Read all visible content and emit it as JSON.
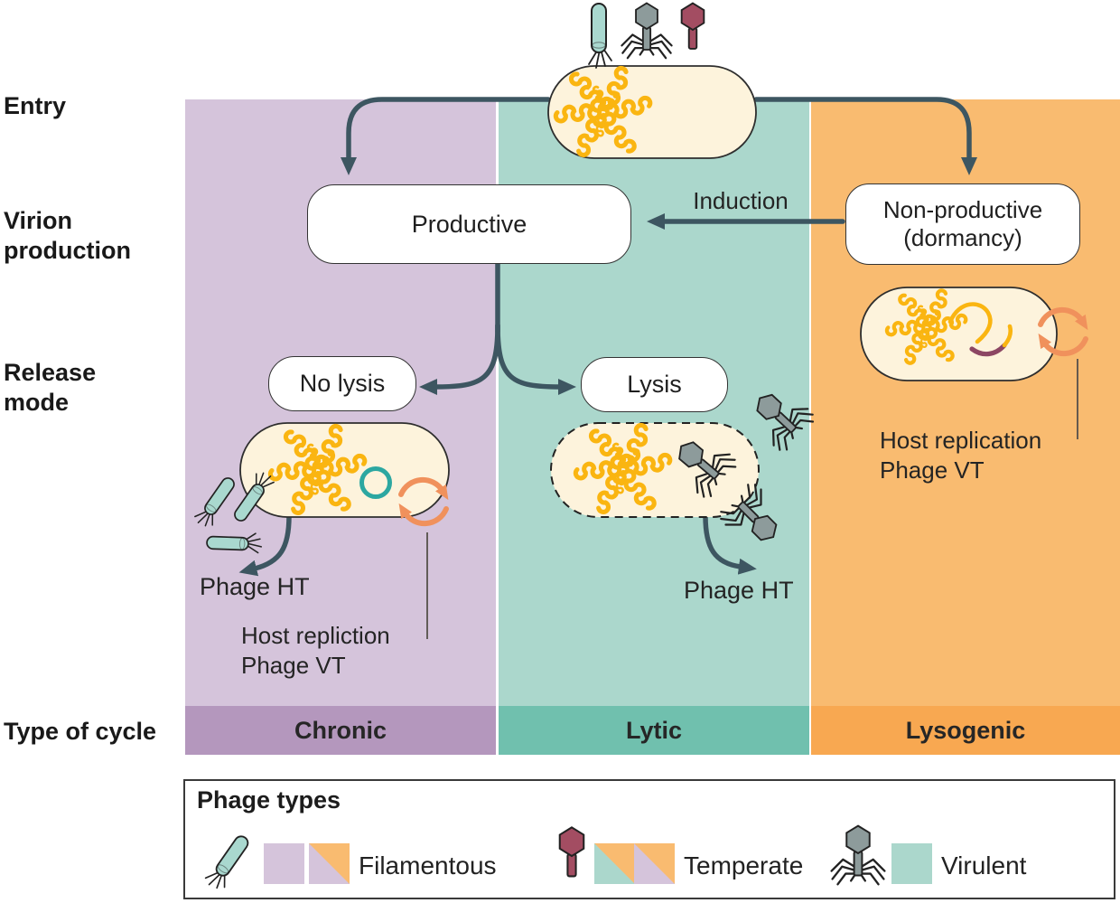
{
  "row_labels": {
    "entry": "Entry",
    "virion_line1": "Virion",
    "virion_line2": "production",
    "release_line1": "Release",
    "release_line2": "mode",
    "type_of_cycle": "Type of cycle"
  },
  "columns": [
    {
      "label": "Chronic",
      "light_color": "#d5c4db",
      "dark_color": "#b497bd"
    },
    {
      "label": "Lytic",
      "light_color": "#abd7cc",
      "dark_color": "#70c0ae"
    },
    {
      "label": "Lysogenic",
      "light_color": "#f9bb70",
      "dark_color": "#f8a851"
    }
  ],
  "boxes": {
    "productive": "Productive",
    "non_productive_line1": "Non-productive",
    "non_productive_line2": "(dormancy)",
    "no_lysis": "No lysis",
    "lysis": "Lysis"
  },
  "labels": {
    "induction": "Induction",
    "phage_ht_chronic": "Phage HT",
    "phage_ht_lytic": "Phage HT",
    "host_replication_chronic_line1": "Host repliction",
    "host_replication_chronic_line2": "Phage VT",
    "host_replication_lysogenic_line1": "Host replication",
    "host_replication_lysogenic_line2": "Phage VT"
  },
  "legend": {
    "title": "Phage types",
    "items": [
      {
        "label": "Filamentous",
        "icon": "filamentous-phage-icon",
        "swatches": [
          "chronic-solid",
          "chronic-lysogenic-split"
        ]
      },
      {
        "label": "Temperate",
        "icon": "temperate-phage-icon",
        "swatches": [
          "lytic-lysogenic-split",
          "chronic-lysogenic-split"
        ]
      },
      {
        "label": "Virulent",
        "icon": "virulent-phage-icon",
        "swatches": [
          "lytic-solid"
        ]
      }
    ]
  },
  "colors": {
    "cell_fill": "#fdf3dc",
    "cell_stroke": "#2e2e2e",
    "arrow": "#3d5661",
    "dna_yellow": "#fab511",
    "replication_cycle_orange": "#f0915c",
    "episome_teal": "#2ca7a1",
    "prophage_purple": "#8c4663",
    "filamentous_phage": "#a9d8cf",
    "virulent_phage": "#8d9b9b",
    "temperate_phage": "#a34d62"
  }
}
